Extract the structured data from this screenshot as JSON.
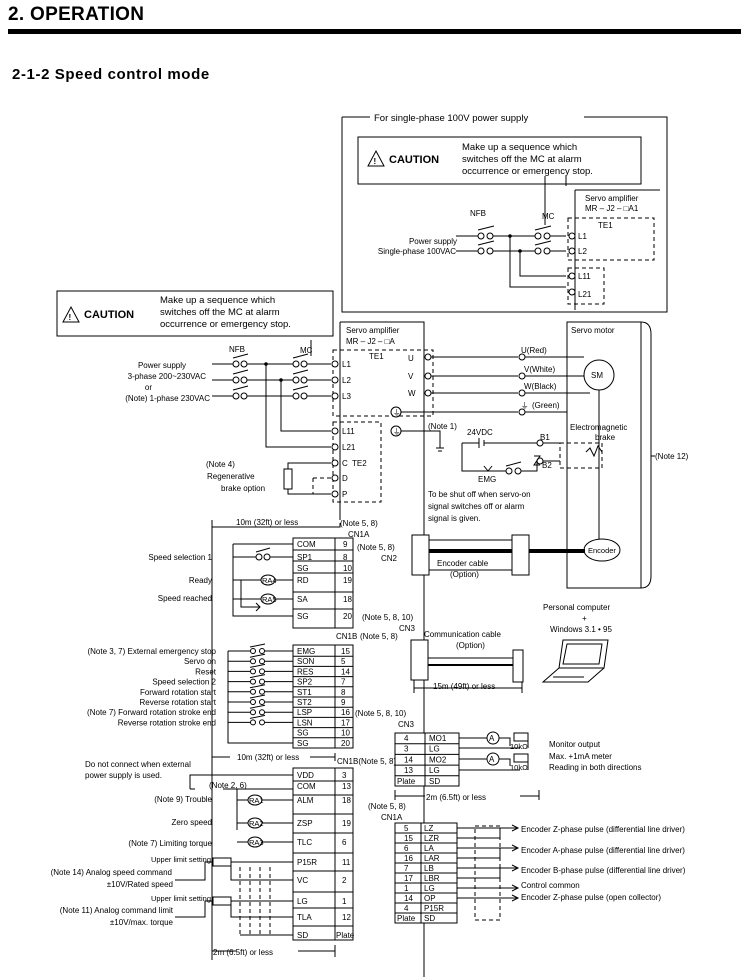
{
  "header": {
    "title": "2. OPERATION",
    "section": "2-1-2 Speed control mode"
  },
  "top": {
    "label": "For single-phase 100V power supply",
    "caution_word": "CAUTION",
    "caution_lines": [
      "Make up a sequence which",
      "switches off the MC at alarm",
      "occurrence or emergency stop."
    ],
    "nfb": "NFB",
    "mc": "MC",
    "supply": [
      "Power supply",
      "Single-phase 100VAC"
    ],
    "amp": [
      "Servo amplifier",
      "MR – J2 – □A1"
    ],
    "te1": "TE1",
    "terms": [
      "L1",
      "L2",
      "L11",
      "L21"
    ]
  },
  "main": {
    "caution_word": "CAUTION",
    "caution_lines": [
      "Make up a sequence which",
      "switches off the MC at alarm",
      "occurrence or emergency stop."
    ],
    "nfb": "NFB",
    "mc": "MC",
    "supply": [
      "Power supply",
      "3-phase 200~230VAC",
      "or",
      "(Note) 1-phase 230VAC"
    ],
    "amp": [
      "Servo amplifier",
      "MR – J2 – □A"
    ],
    "te1": "TE1",
    "te2": "TE2",
    "pterms": [
      "L1",
      "L2",
      "L3"
    ],
    "cterms": [
      "L11",
      "L21",
      "C",
      "D",
      "P"
    ],
    "uvw": [
      "U",
      "V",
      "W"
    ],
    "note4": [
      "(Note 4)",
      "Regenerative",
      "brake option"
    ],
    "note1": "(Note 1)",
    "motor": "Servo motor",
    "sm": "SM",
    "wires": [
      "U(Red)",
      "V(White)",
      "W(Black)",
      "(Green)"
    ],
    "vdc": "24VDC",
    "brake": [
      "Electromagnetic",
      "brake"
    ],
    "b": [
      "B1",
      "B2"
    ],
    "emg": "EMG",
    "shut": [
      "To be shut off when servo-on",
      "signal switches off or alarm",
      "signal is given."
    ],
    "note12": "(Note 12)",
    "encoder": "Encoder"
  },
  "cn1a_top": {
    "dist": "10m (32ft) or less",
    "note": "(Note 5, 8)",
    "cn": "CN1A",
    "rows": [
      [
        "COM",
        "9"
      ],
      [
        "SP1",
        "8"
      ],
      [
        "SG",
        "10"
      ],
      [
        "RD",
        "19"
      ],
      [
        "SA",
        "18"
      ],
      [
        "SG",
        "20"
      ]
    ],
    "labels": [
      "Speed selection 1",
      "Ready",
      "Speed reached"
    ],
    "relays": [
      "RA4",
      "RA5"
    ]
  },
  "cn2": {
    "note": "(Note 5, 8)",
    "name": "CN2",
    "cable": [
      "Encoder cable",
      "(Option)"
    ]
  },
  "cn3": {
    "note": "(Note 5, 8, 10)",
    "name": "CN3",
    "cable": [
      "Communication cable",
      "(Option)"
    ],
    "pc": [
      "Personal computer",
      "+",
      "Windows 3.1 • 95"
    ],
    "dist": "15m (49ft) or less"
  },
  "cn1b": {
    "name": "CN1B",
    "note": "(Note 5, 8)",
    "rows": [
      [
        "EMG",
        "15"
      ],
      [
        "SON",
        "5"
      ],
      [
        "RES",
        "14"
      ],
      [
        "SP2",
        "7"
      ],
      [
        "ST1",
        "8"
      ],
      [
        "ST2",
        "9"
      ],
      [
        "LSP",
        "16"
      ],
      [
        "LSN",
        "17"
      ],
      [
        "SG",
        "10"
      ],
      [
        "SG",
        "20"
      ]
    ],
    "labels": [
      "(Note 3, 7) External emergency stop",
      "Servo on",
      "Reset",
      "Speed selection 2",
      "Forward rotation start",
      "Reverse rotation start",
      "(Note 7) Forward rotation stroke end",
      "Reverse rotation stroke end"
    ],
    "dist": "10m (32ft) or less",
    "dnc": [
      "Do not connect when external",
      "power supply is used."
    ],
    "note26": "(Note 2, 6)",
    "rows2": [
      [
        "VDD",
        "3"
      ],
      [
        "COM",
        "13"
      ],
      [
        "ALM",
        "18"
      ],
      [
        "ZSP",
        "19"
      ],
      [
        "TLC",
        "6"
      ],
      [
        "P15R",
        "11"
      ],
      [
        "VC",
        "2"
      ],
      [
        "LG",
        "1"
      ],
      [
        "TLA",
        "12"
      ],
      [
        "SD",
        "Plate"
      ]
    ],
    "labels2": [
      "(Note 9) Trouble",
      "Zero speed",
      "(Note 7) Limiting torque",
      "Upper limit setting",
      "(Note 14) Analog speed command",
      "±10V/Rated speed",
      "Upper limit setting",
      "(Note 11) Analog command limit",
      "±10V/max. torque"
    ],
    "relays2": [
      "RA1",
      "RA2",
      "RA3"
    ],
    "dist2": "2m (6.5ft) or less"
  },
  "cn3b": {
    "note": "(Note 5, 8, 10)",
    "name": "CN3",
    "rows": [
      [
        "4",
        "MO1"
      ],
      [
        "3",
        "LG"
      ],
      [
        "14",
        "MO2"
      ],
      [
        "13",
        "LG"
      ],
      [
        "Plate",
        "SD"
      ]
    ],
    "meter": "A",
    "res": "10kΩ",
    "text": [
      "Monitor output",
      "Max. +1mA meter",
      "Reading in both directions"
    ],
    "dist": "2m (6.5ft) or less"
  },
  "cn1a_bot": {
    "note": "(Note 5, 8)",
    "name": "CN1A",
    "rows": [
      [
        "5",
        "LZ"
      ],
      [
        "15",
        "LZR"
      ],
      [
        "6",
        "LA"
      ],
      [
        "16",
        "LAR"
      ],
      [
        "7",
        "LB"
      ],
      [
        "17",
        "LBR"
      ],
      [
        "1",
        "LG"
      ],
      [
        "14",
        "OP"
      ],
      [
        "4",
        "P15R"
      ],
      [
        "Plate",
        "SD"
      ]
    ],
    "outs": [
      "Encoder Z-phase pulse (differential line driver)",
      "Encoder A-phase pulse (differential line driver)",
      "Encoder B-phase pulse (differential line driver)",
      "Control common",
      "Encoder Z-phase pulse (open collector)"
    ]
  }
}
